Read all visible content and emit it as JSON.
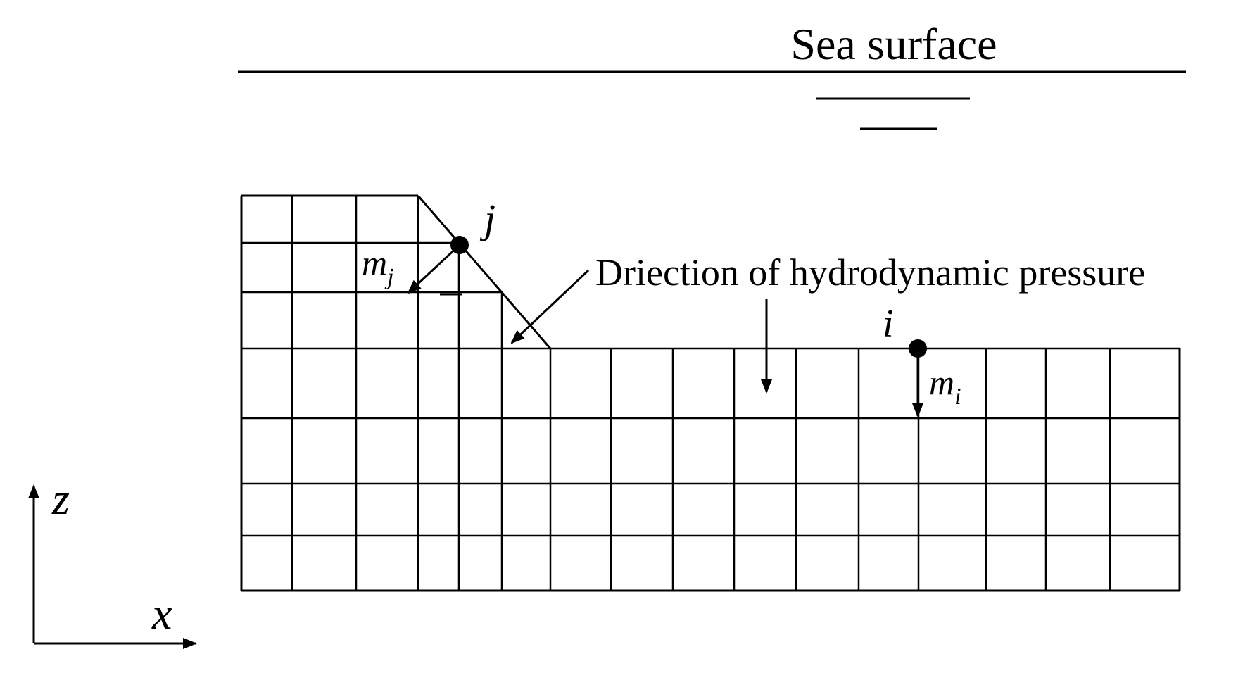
{
  "labels": {
    "sea_surface": "Sea surface",
    "direction": "Driection of hydrodynamic pressure",
    "node_j": "j",
    "normal_j_base": "m",
    "normal_j_sub": "j",
    "node_i": "i",
    "normal_i_base": "m",
    "normal_i_sub": "i",
    "axis_z": "z",
    "axis_x": "x"
  },
  "colors": {
    "ink": "#000000",
    "background": "#ffffff"
  }
}
